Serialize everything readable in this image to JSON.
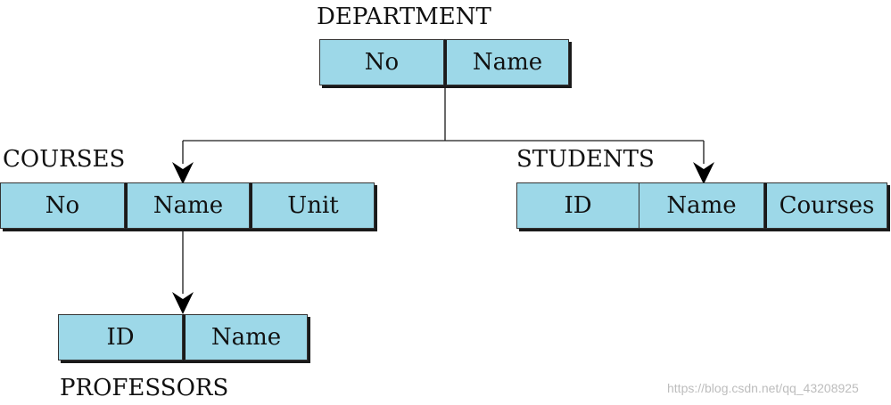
{
  "department": {
    "title": "DEPARTMENT",
    "fields": [
      "No",
      "Name"
    ]
  },
  "courses": {
    "title": "COURSES",
    "fields": [
      "No",
      "Name",
      "Unit"
    ]
  },
  "students": {
    "title": "STUDENTS",
    "fields": [
      "ID",
      "Name",
      "Courses"
    ]
  },
  "professors": {
    "title": "PROFESSORS",
    "fields": [
      "ID",
      "Name"
    ]
  },
  "colors": {
    "field_fill": "#9dd8e8",
    "line": "#1a1a1a"
  },
  "watermark": "https://blog.csdn.net/qq_43208925"
}
